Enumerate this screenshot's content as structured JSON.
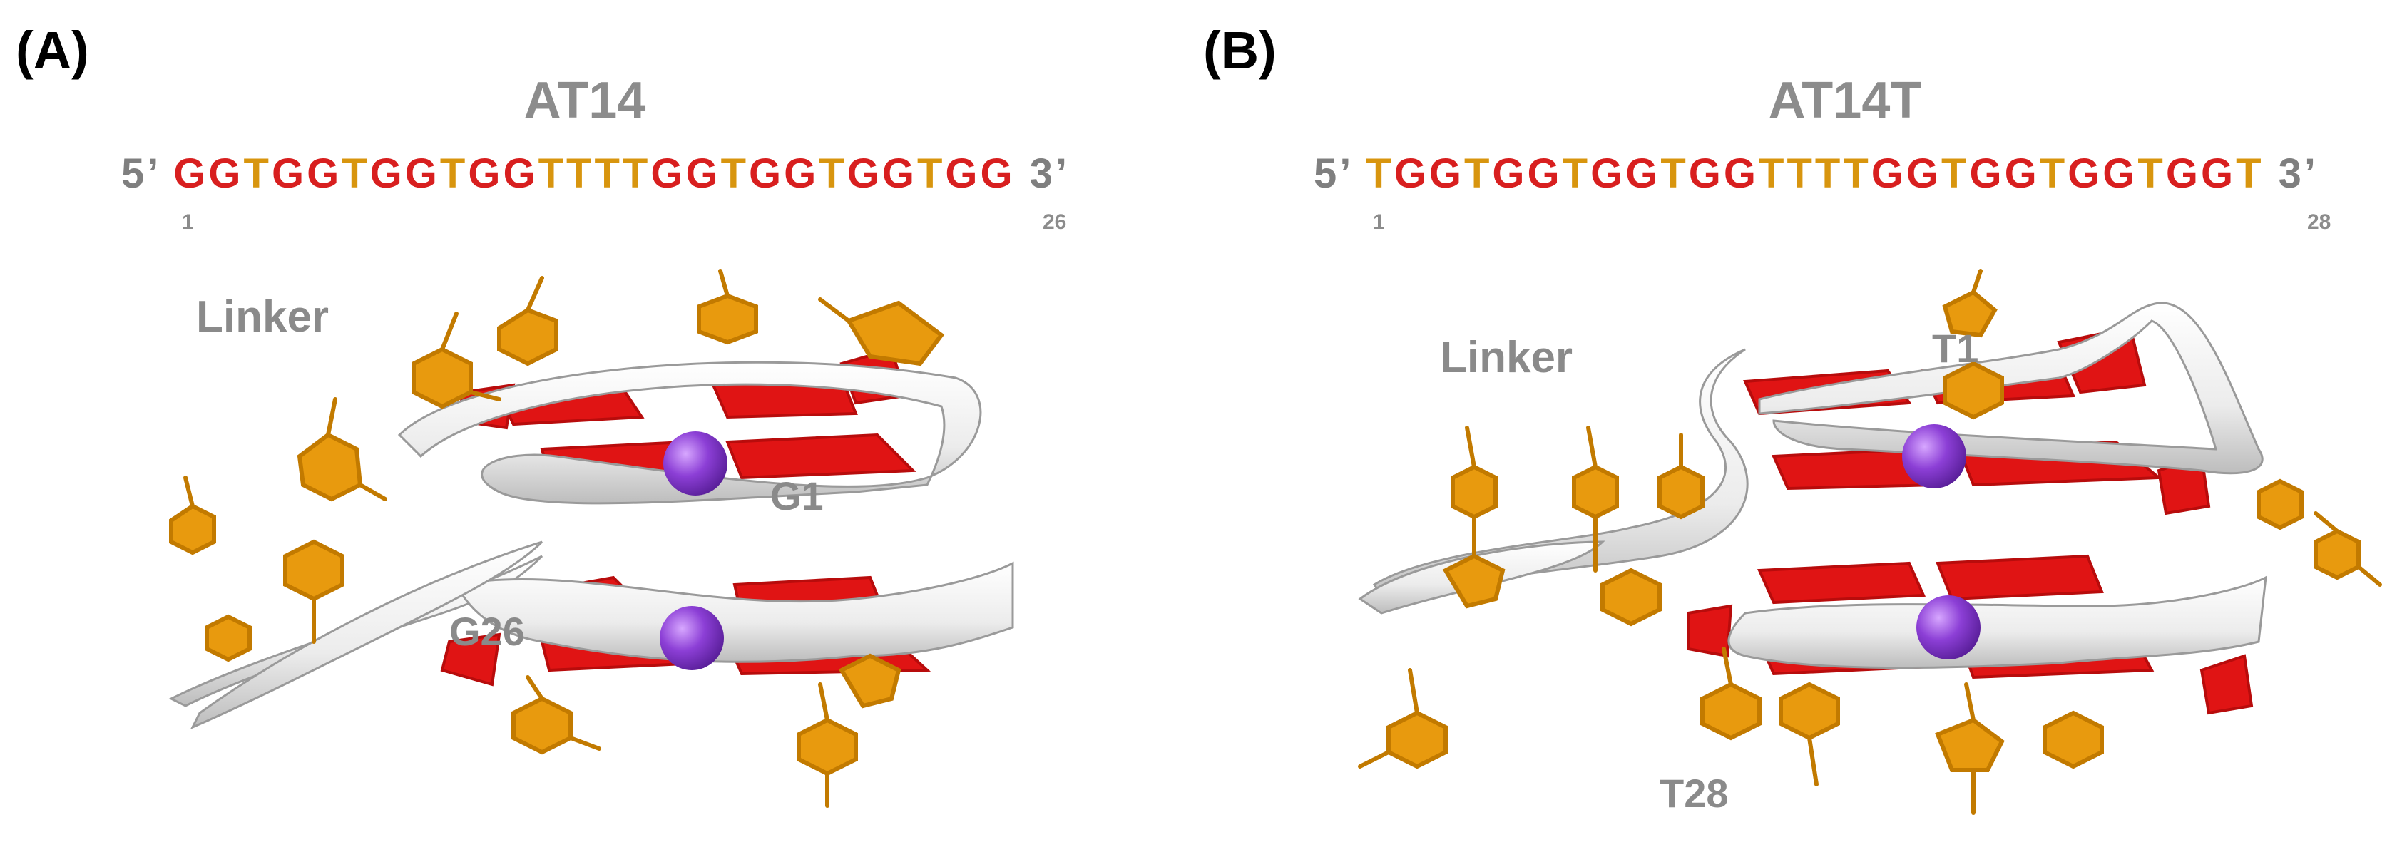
{
  "panel_a": {
    "label": "(A)",
    "name": "AT14",
    "five_prime": "5’",
    "sequence": "GGTGGTGGTGGTTTTGGTGGTGGTGG",
    "three_prime": "3’",
    "start_number": "1",
    "end_number": "26",
    "labels": {
      "linker": "Linker",
      "g1": "G1",
      "g26": "G26"
    }
  },
  "panel_b": {
    "label": "(B)",
    "name": "AT14T",
    "five_prime": "5’",
    "sequence": "TGGTGGTGGTGGTTTTGGTGGTGGTGGT",
    "three_prime": "3’",
    "start_number": "1",
    "end_number": "28",
    "labels": {
      "linker": "Linker",
      "t1": "T1",
      "t28": "T28"
    }
  },
  "colors": {
    "guanine": "#d81f1f",
    "thymine": "#d8950e",
    "ion": "#8c3fd6",
    "backbone": "#f2f2f2",
    "label_gray": "#8c8c8c"
  },
  "legend_colors": {
    "G": "#d81f1f",
    "T": "#d8950e"
  }
}
